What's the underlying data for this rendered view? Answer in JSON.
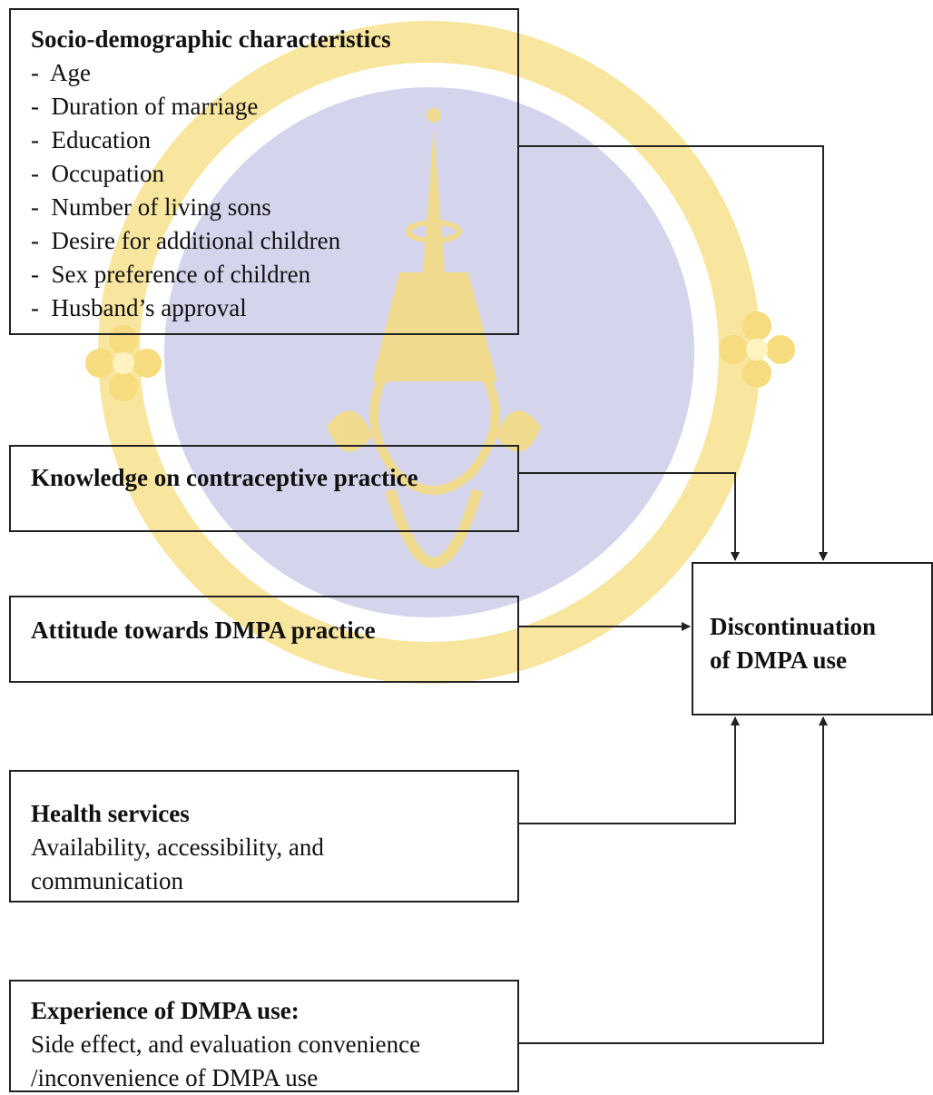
{
  "diagram": {
    "socio_demographic": {
      "title": "Socio-demographic characteristics",
      "items": [
        "Age",
        "Duration of marriage",
        "Education",
        "Occupation",
        "Number of living sons",
        "Desire for additional children",
        "Sex preference of children",
        "Husband’s approval"
      ]
    },
    "knowledge": {
      "title": "Knowledge on contraceptive practice"
    },
    "attitude": {
      "title": "Attitude towards DMPA practice"
    },
    "health_services": {
      "title": "Health services",
      "text": "Availability, accessibility, and\ncommunication"
    },
    "experience": {
      "title": "Experience of DMPA use:",
      "text": "Side effect, and evaluation convenience\n/inconvenience of DMPA use"
    },
    "outcome": {
      "text": "Discontinuation\nof DMPA use"
    }
  },
  "colors": {
    "line": "#222222",
    "watermark_circle": "#d4d5ec",
    "watermark_gold": "#f6dc7e"
  }
}
